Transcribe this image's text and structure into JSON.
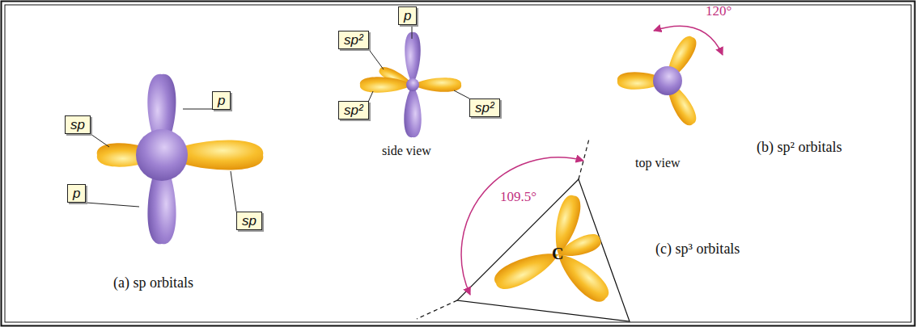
{
  "diagram": {
    "nodes": [
      {
        "text": [
          "sp"
        ]
      },
      {
        "text": [
          "p"
        ]
      },
      {
        "text": [
          "p"
        ]
      },
      {
        "text": [
          "sp"
        ]
      },
      {
        "text": [
          "p"
        ]
      },
      {
        "text": [
          "sp²"
        ]
      },
      {
        "text": [
          "sp²"
        ]
      },
      {
        "text": [
          "sp²"
        ]
      }
    ],
    "labels": [
      "(a) sp orbitals",
      "side view",
      "top view",
      "120°",
      "(b) sp² orbitals",
      "109.5°",
      "C",
      "(c) sp³ orbitals"
    ]
  }
}
